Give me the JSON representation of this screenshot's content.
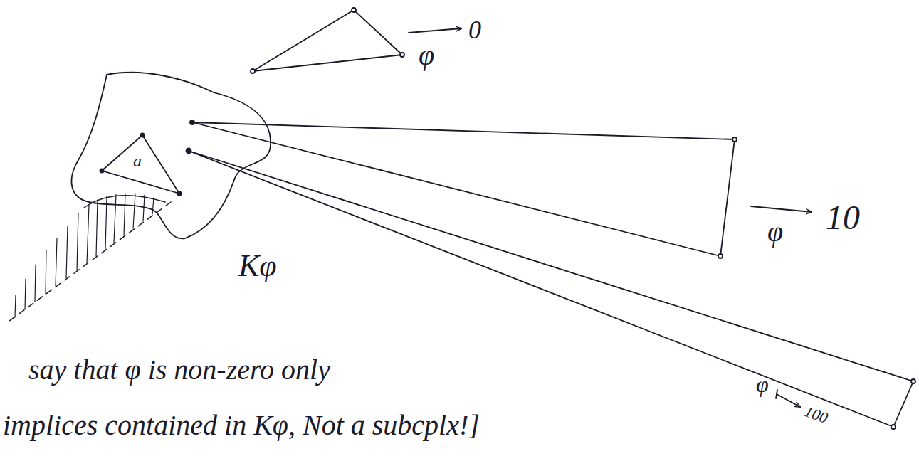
{
  "diagram": {
    "nodes": [
      {
        "text": [
          "Kφ"
        ]
      },
      {
        "text": [
          "a"
        ],
        "in": 0
      }
    ],
    "labels": [
      "φ",
      "0",
      "φ",
      "10",
      "φ",
      "100",
      "say that φ is non-zero only",
      "implices contained in Kφ, Not a subcplx!]"
    ]
  }
}
